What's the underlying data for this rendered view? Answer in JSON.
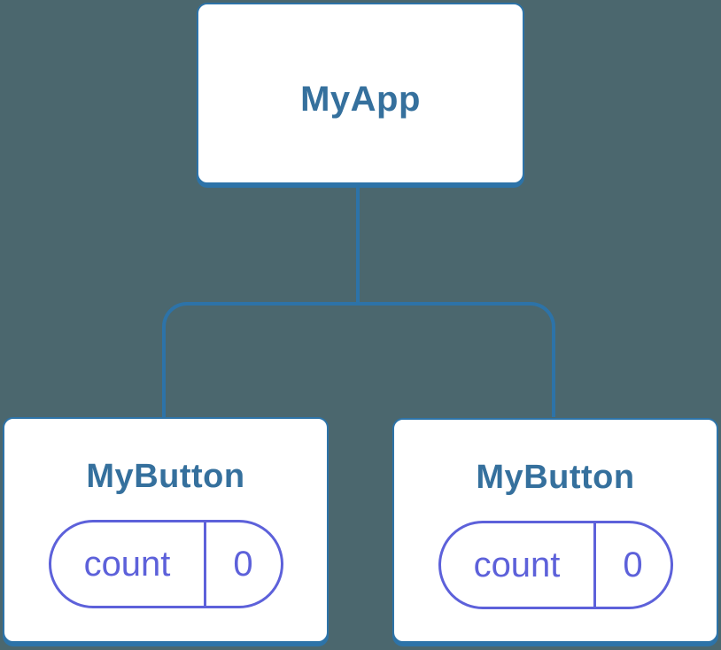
{
  "diagram": {
    "type": "component-tree",
    "background_color": "#4b676e",
    "colors": {
      "node_fill": "#ffffff",
      "node_border": "#2d73a8",
      "connector": "#2d73a8",
      "node_label_text": "#35709d",
      "state_accent": "#5d61da"
    },
    "root": {
      "label": "MyApp"
    },
    "children": [
      {
        "label": "MyButton",
        "state": {
          "key": "count",
          "value": "0"
        }
      },
      {
        "label": "MyButton",
        "state": {
          "key": "count",
          "value": "0"
        }
      }
    ]
  }
}
